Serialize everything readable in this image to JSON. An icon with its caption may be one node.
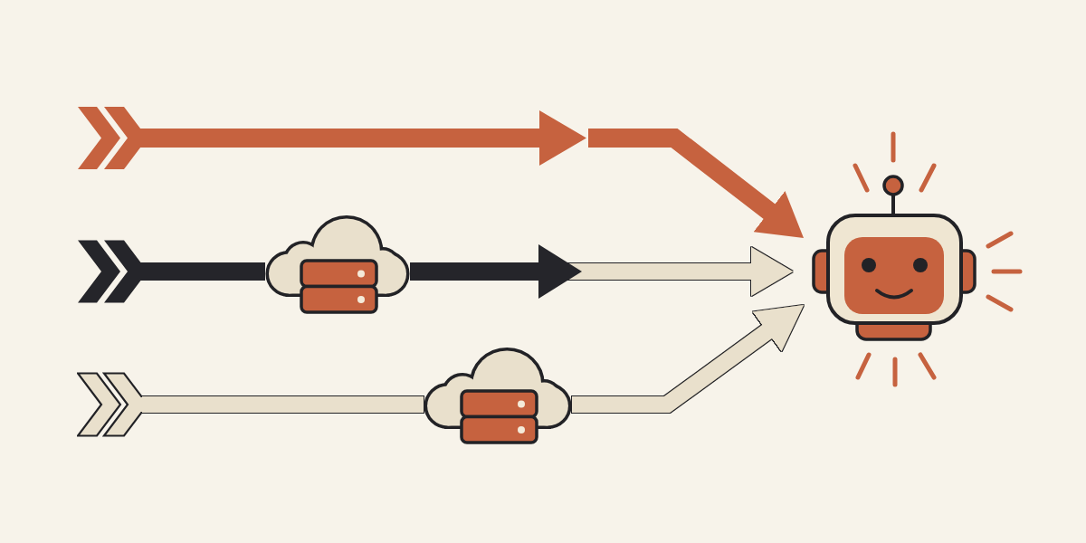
{
  "diagram": {
    "nodes": [
      {
        "text": [],
        "shape": "chevron"
      },
      {
        "text": [],
        "shape": "chevron"
      },
      {
        "text": [],
        "shape": "cloud"
      },
      {
        "text": [],
        "shape": "chevron"
      },
      {
        "text": [],
        "shape": "cloud"
      },
      {
        "text": [],
        "shape": "robot"
      }
    ],
    "edges": [
      {
        "from": 0,
        "to": null,
        "arrow": "to",
        "color": "#c6623f"
      },
      {
        "from": null,
        "to": 5,
        "arrow": "to",
        "color": "#c6623f"
      },
      {
        "from": 1,
        "to": 2,
        "arrow": "none",
        "color": "#25252a"
      },
      {
        "from": 2,
        "to": null,
        "arrow": "to",
        "color": "#25252a"
      },
      {
        "from": null,
        "to": 5,
        "arrow": "to"
      },
      {
        "from": 3,
        "to": 4,
        "arrow": "none"
      },
      {
        "from": 4,
        "to": 5,
        "arrow": "to"
      }
    ]
  }
}
